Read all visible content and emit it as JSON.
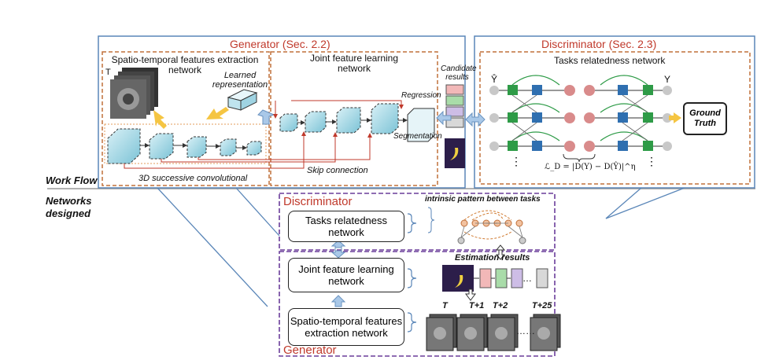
{
  "workflow": {
    "title": "Work Flow",
    "generator": {
      "title": "Generator (Sec. 2.2)",
      "spatio_title": "Spatio-temporal features extraction network",
      "t_label": "T",
      "learned_rep": "Learned representation",
      "conv_caption": "3D successive convolutional",
      "joint_title": "Joint feature learning network",
      "skip_caption": "Skip connection",
      "regression": "Regression",
      "segmentation": "Segmentation"
    },
    "candidate": "Candidate results",
    "discriminator": {
      "title": "Discriminator (Sec. 2.3)",
      "relatedness_title": "Tasks relatedness network",
      "y_hat": "Ŷ",
      "y": "Y",
      "ground_truth": "Ground Truth",
      "loss": "ℒ_D = |D(Y) − D(Ŷ)|^η"
    }
  },
  "networks": {
    "title": "Networks designed",
    "discriminator_label": "Discriminator",
    "generator_label": "Generator",
    "tasks_box": "Tasks relatedness network",
    "joint_box": "Joint feature learning network",
    "spatio_box": "Spatio-temporal features extraction network",
    "intrinsic": "intrinsic pattern between tasks",
    "estimation": "Estimation results",
    "frames": [
      "T",
      "T+1",
      "T+2",
      "T+25"
    ],
    "ellipsis": "……"
  },
  "colors": {
    "red_label": "#c0392b",
    "dashed_orange": "#c0703a",
    "blue_frame": "#5a86b8",
    "purple_dash": "#6a3d9a",
    "green_node": "#2e9b47",
    "blue_node": "#2f6fb0",
    "pink_node": "#d98b8b",
    "arrow_blue": "#a9c8e8"
  }
}
